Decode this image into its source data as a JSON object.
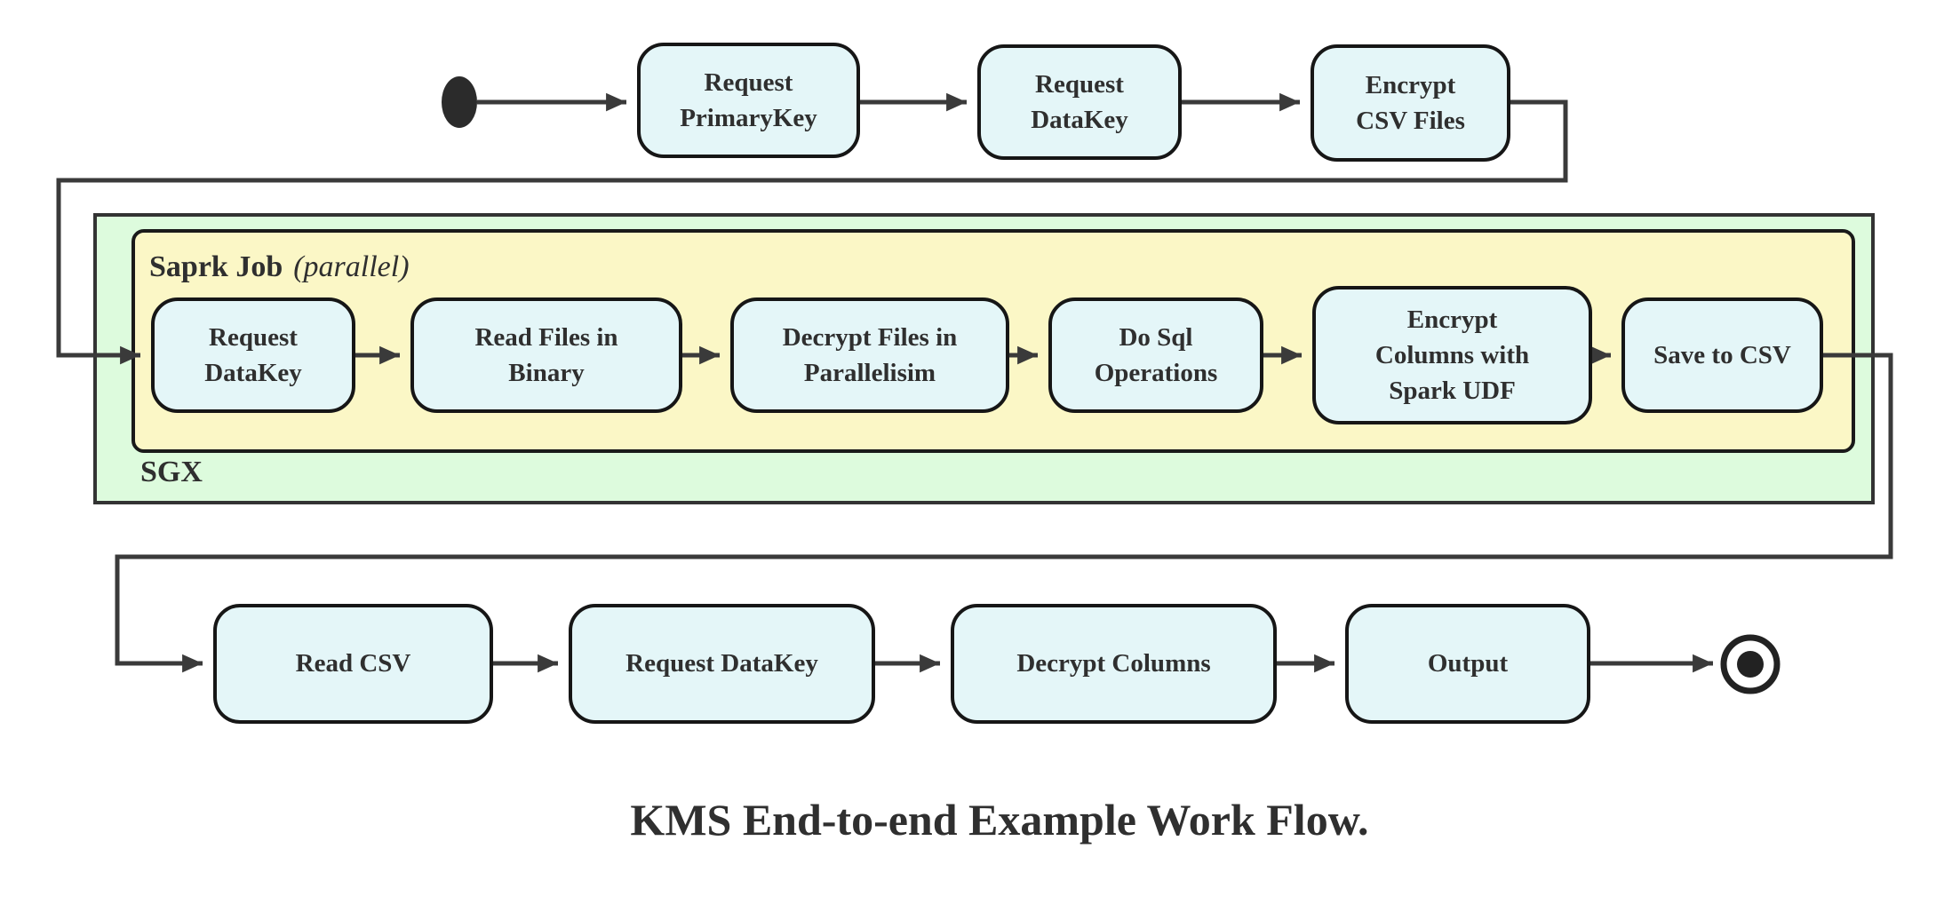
{
  "diagram": {
    "type": "activity-flowchart",
    "caption": "KMS End-to-end Example Work Flow.",
    "colors": {
      "node_fill": "#e4f6f8",
      "node_border": "#161616",
      "node_text": "#2f2f2f",
      "arrow": "#3a3a3a",
      "sgx_fill": "#ddfbdd",
      "sgx_border": "#333333",
      "spark_fill": "#fbf7c6",
      "spark_border": "#1a1a1a",
      "background": "#ffffff"
    },
    "top_row": {
      "nodes": [
        {
          "label": "Request\nPrimaryKey"
        },
        {
          "label": "Request\nDataKey"
        },
        {
          "label": "Encrypt\nCSV Files"
        }
      ]
    },
    "sgx_container": {
      "label": "SGX",
      "spark_container": {
        "title": "Saprk Job",
        "qualifier": "(parallel)",
        "nodes": [
          {
            "label": "Request\nDataKey"
          },
          {
            "label": "Read Files in\nBinary"
          },
          {
            "label": "Decrypt Files in\nParallelisim"
          },
          {
            "label": "Do Sql\nOperations"
          },
          {
            "label": "Encrypt\nColumns with\nSpark UDF"
          },
          {
            "label": "Save to CSV"
          }
        ]
      }
    },
    "bottom_row": {
      "nodes": [
        {
          "label": "Read CSV"
        },
        {
          "label": "Request DataKey"
        },
        {
          "label": "Decrypt Columns"
        },
        {
          "label": "Output"
        }
      ]
    }
  }
}
